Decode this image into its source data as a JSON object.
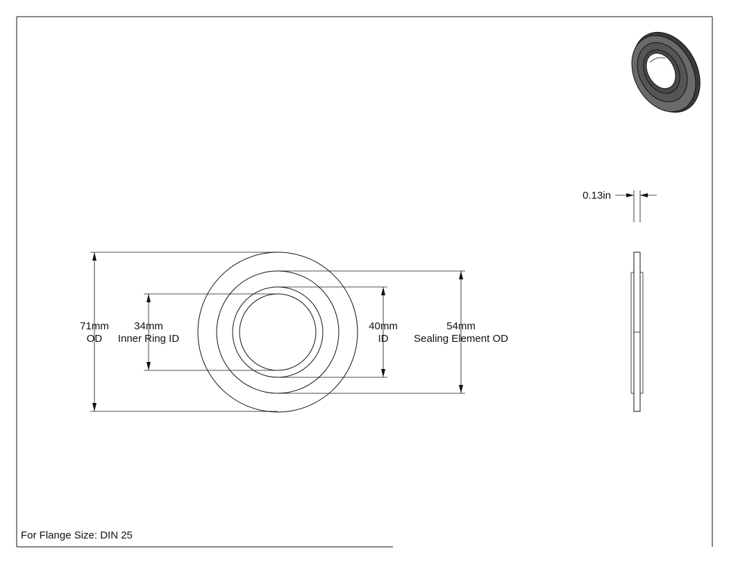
{
  "dimensions": {
    "od": {
      "value": "71mm",
      "label": "OD"
    },
    "inner_ring_id": {
      "value": "34mm",
      "label": "Inner Ring ID"
    },
    "id": {
      "value": "40mm",
      "label": "ID"
    },
    "sealing_element_od": {
      "value": "54mm",
      "label": "Sealing Element OD"
    },
    "thickness": {
      "value": "0.13in"
    }
  },
  "footer": {
    "flange_size": "For Flange Size: DIN 25"
  },
  "colors": {
    "line": "#111111",
    "background": "#ffffff",
    "iso_fill": "#555555"
  }
}
